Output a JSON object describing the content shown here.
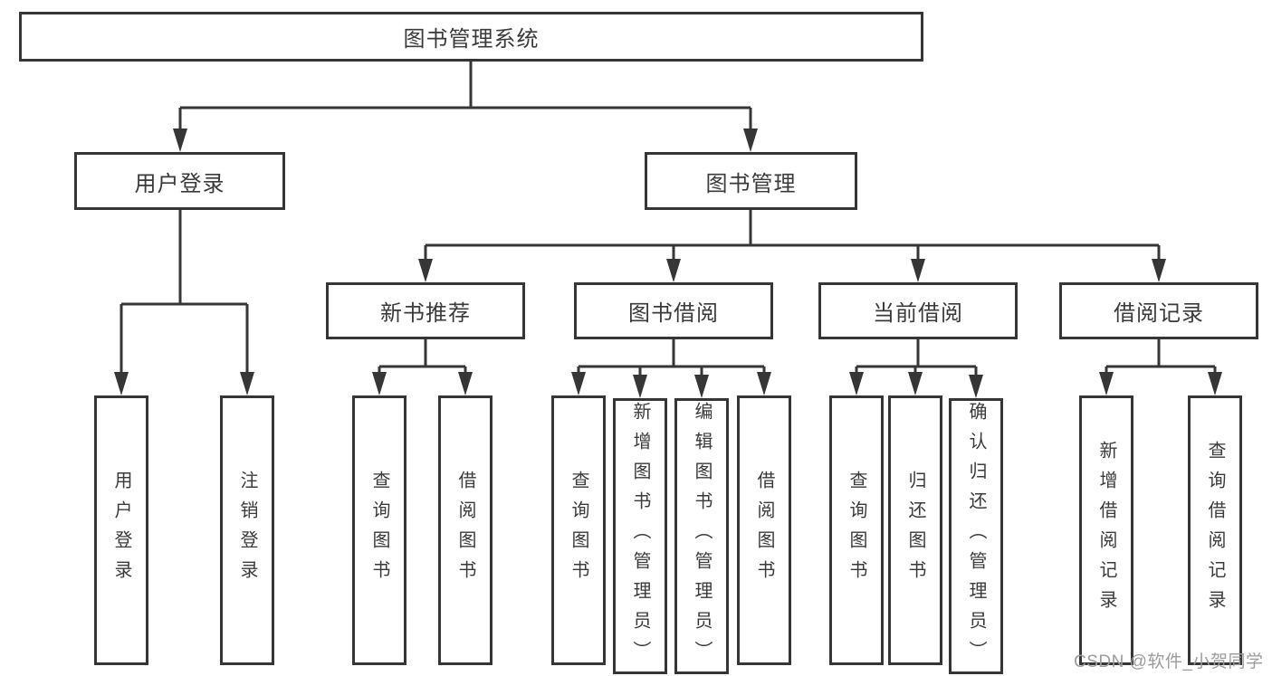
{
  "diagram": {
    "root": "图书管理系统",
    "user_login": {
      "label": "用户登录",
      "children": [
        "用户登录",
        "注销登录"
      ]
    },
    "book_management": {
      "label": "图书管理",
      "branches": [
        {
          "label": "新书推荐",
          "children": [
            "查询图书",
            "借阅图书"
          ]
        },
        {
          "label": "图书借阅",
          "children": [
            "查询图书",
            "新增图书（管理员）",
            "编辑图书（管理员）",
            "借阅图书"
          ]
        },
        {
          "label": "当前借阅",
          "children": [
            "查询图书",
            "归还图书",
            "确认归还（管理员）"
          ]
        },
        {
          "label": "借阅记录",
          "children": [
            "新增借阅记录",
            "查询借阅记录"
          ]
        }
      ]
    }
  },
  "watermark": "CSDN @软件_小贺同学",
  "colors": {
    "line": "#363636",
    "box_border": "#363636",
    "text": "#3a3a3a",
    "watermark_text": "#9c9c9c",
    "background": "#ffffff"
  }
}
